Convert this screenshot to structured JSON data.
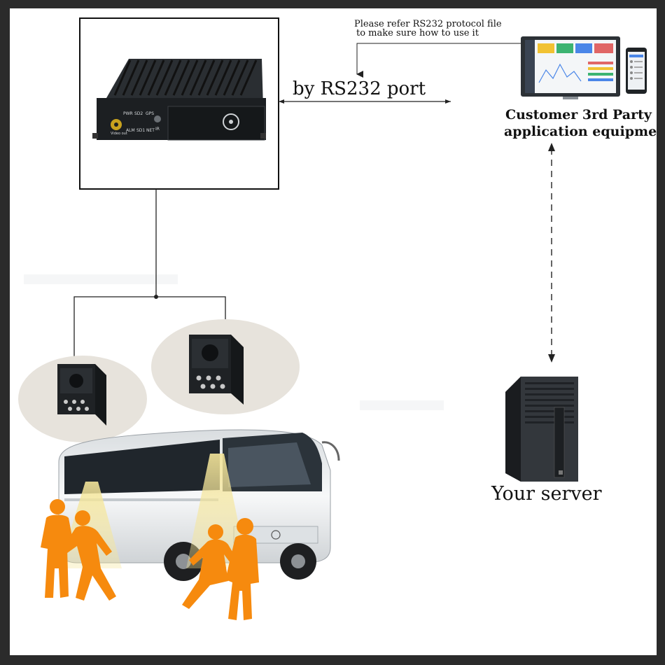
{
  "labels": {
    "rs232_note_line1": "Please refer RS232 protocol file",
    "rs232_note_line2": "to make sure how to use it",
    "rs232_port": "by RS232 port",
    "customer_line1": "Customer 3rd Party",
    "customer_line2": "application equipment",
    "server": "Your server"
  },
  "device_panel": {
    "led_top": [
      "PWR",
      "SD2",
      "GPS"
    ],
    "led_bottom": [
      "ALM",
      "SD1",
      "NET"
    ],
    "video_out": "Video out",
    "ir": "IR"
  },
  "colors": {
    "people": "#f68a0e",
    "light_beam": "#f5e69a",
    "dvr_body": "#1c1f22",
    "line": "#222222"
  },
  "icons": [
    "dvr-device-icon",
    "monitor-icon",
    "phone-icon",
    "server-tower-icon",
    "camera-icon",
    "bus-icon",
    "person-icon"
  ]
}
